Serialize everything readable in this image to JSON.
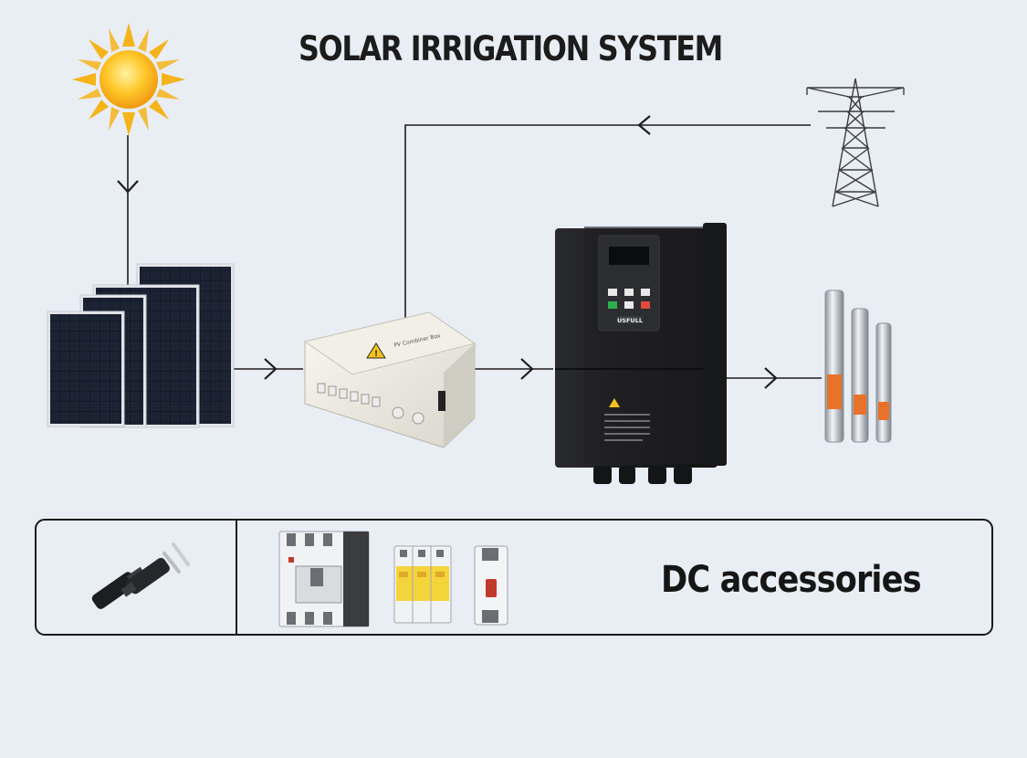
{
  "diagram": {
    "title": "SOLAR IRRIGATION SYSTEM",
    "accessories_label": "DC accessories",
    "combiner_label": "PV Combiner Box",
    "inverter_brand": "USFULL",
    "colors": {
      "background": "#e9edf4",
      "line": "#1d1d1d",
      "sun": "#f4b41a",
      "panel": "#141a27",
      "inverter": "#1b1c1f",
      "pump_accent": "#e8722a",
      "spd_yellow": "#f4d43b"
    },
    "icons": [
      "sun-icon",
      "solar-panel-icon",
      "combiner-box-icon",
      "inverter-icon",
      "power-tower-icon",
      "submersible-pump-icon",
      "mc4-connector-icon",
      "mccb-breaker-icon",
      "surge-protector-icon",
      "mcb-breaker-icon"
    ]
  }
}
